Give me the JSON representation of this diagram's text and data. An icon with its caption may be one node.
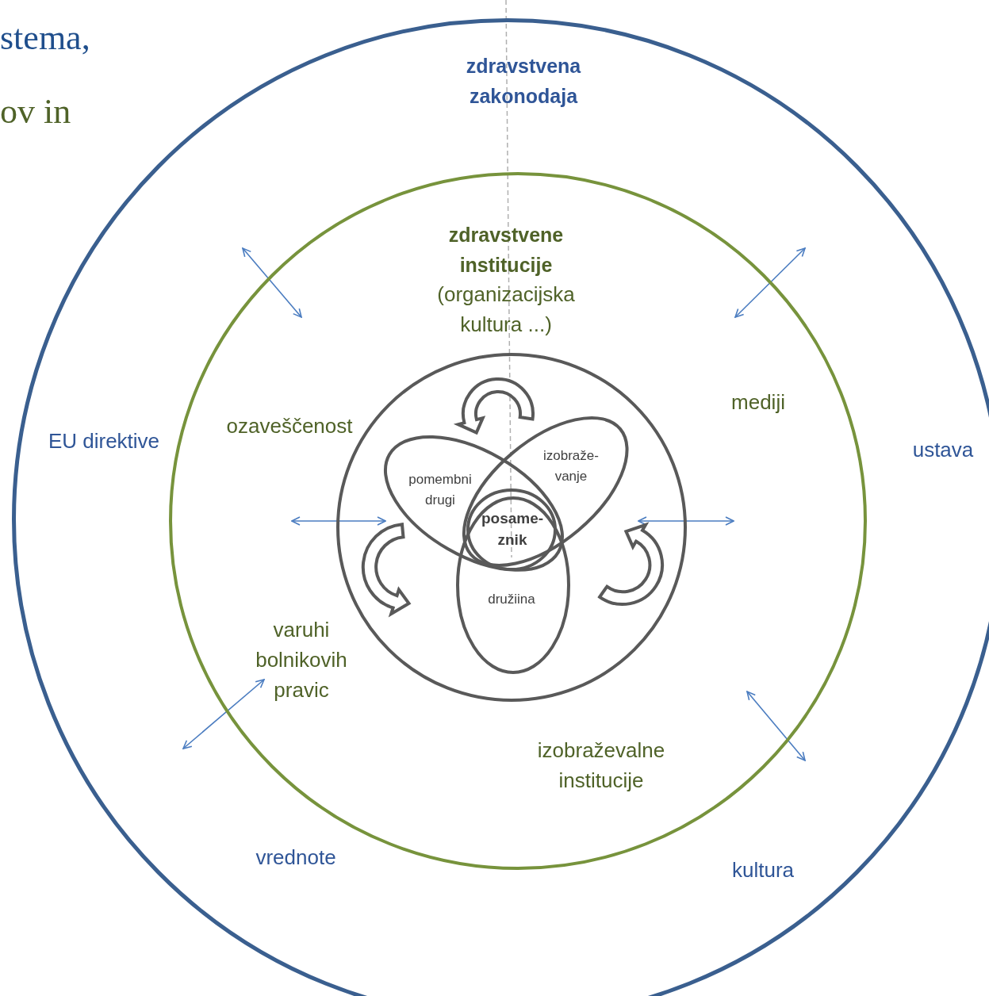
{
  "diagram": {
    "nodes": [
      {
        "text": [
          "zdravstvena zakonodaja",
          "EU direktive",
          "ustava",
          "vrednote",
          "kultura"
        ]
      },
      {
        "text": [
          "zdravstvene institucije",
          "(organizacijska kultura ...)",
          "ozaveščenost",
          "mediji",
          "varuhi bolnikovih pravic",
          "izobraževalne institucije"
        ],
        "in": 0
      },
      {
        "text": [],
        "shape": "circle",
        "in": 1
      },
      {
        "text": [
          "pomembni drugi"
        ],
        "in": 2
      },
      {
        "text": [
          "izobraže- vanje"
        ],
        "in": 2
      },
      {
        "text": [
          "posame- znik"
        ]
      },
      {
        "text": [
          "družiina"
        ],
        "in": 2
      }
    ],
    "edges": [
      {
        "from": 4,
        "to": 3,
        "arrow": "to"
      },
      {
        "from": 3,
        "to": 6,
        "arrow": "to"
      },
      {
        "from": 6,
        "to": 4,
        "arrow": "to"
      }
    ],
    "labels": [
      "stema,",
      "ov in"
    ]
  }
}
